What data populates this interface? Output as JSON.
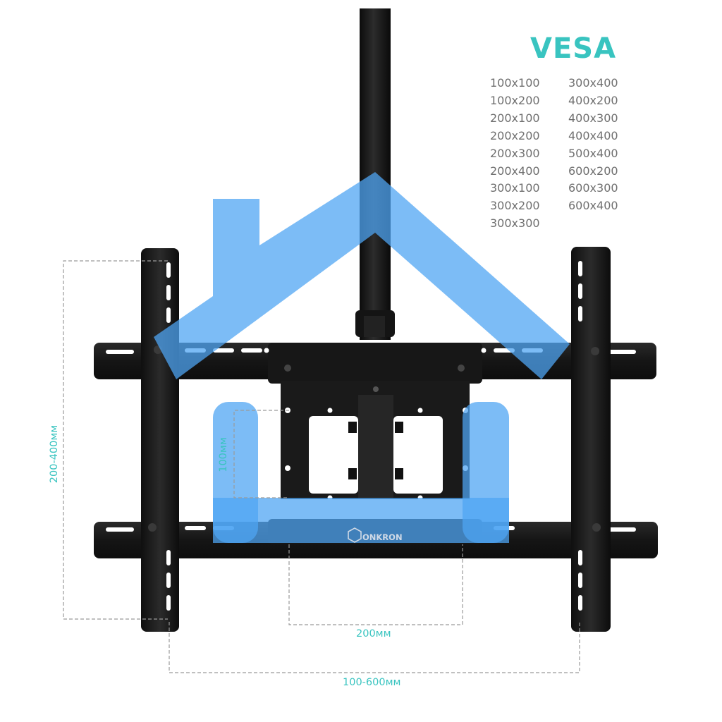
{
  "vesa": {
    "title": "VESA",
    "sizes_col1": [
      "100x100",
      "100x200",
      "200x100",
      "200x200",
      "200x300",
      "200x400",
      "300x100",
      "300x200",
      "300x300"
    ],
    "sizes_col2": [
      "300x400",
      "400x200",
      "400x300",
      "400x400",
      "500x400",
      "600x200",
      "600x300",
      "600x400"
    ]
  },
  "dimensions": {
    "height_range": "200-400мм",
    "inner_height": "100мм",
    "inner_width": "200мм",
    "width_range": "100-600мм"
  },
  "brand": {
    "logo_text": "ONKRON"
  },
  "colors": {
    "accent": "#39c4c0",
    "overlay_blue": "#4ea4f3",
    "metal": "#1c1c1c"
  }
}
